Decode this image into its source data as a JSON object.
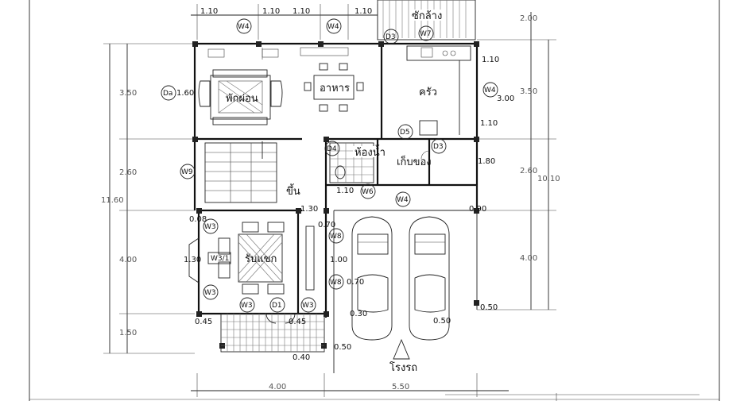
{
  "dimensions": {
    "top": [
      "1.10",
      "1.10",
      "1.10",
      "1.10"
    ],
    "left": [
      "3.50",
      "2.60",
      "11.60",
      "4.00",
      "1.50"
    ],
    "right": [
      "2.00",
      "3.50",
      "2.60",
      "10.10",
      "4.00"
    ],
    "bottom": [
      "4.00",
      "5.50"
    ],
    "inner": [
      "1.60",
      "1.10",
      "3.00",
      "1.10",
      "1.80",
      "1.10",
      "1.30",
      "0.90",
      "0.08",
      "0.70",
      "1.30",
      "1.00",
      "0.70",
      "0.50",
      "0.30",
      "0.50",
      "0.45",
      "0.45",
      "0.40",
      "0.50"
    ]
  },
  "rooms": {
    "laundry": "ซักล้าง",
    "living": "พักผ่อน",
    "dining": "อาหาร",
    "kitchen": "ครัว",
    "bathroom": "ห้องน้ำ",
    "storage": "เก็บของ",
    "stairs_up": "ขึ้น",
    "reception": "รับแขก",
    "garage": "โรงรถ"
  },
  "tags": {
    "w4_a": "W4",
    "w4_b": "W4",
    "w7": "W7",
    "d3_a": "D3",
    "da": "Da",
    "w4_c": "W4",
    "d5": "D5",
    "d4": "D4",
    "d3_b": "D3",
    "w9": "W9",
    "w6": "W6",
    "w4_d": "W4",
    "w3_a": "W3",
    "w8_a": "W8",
    "w3_7": "W3/1",
    "w8_b": "W8",
    "w3_b": "W3",
    "w3_c": "W3",
    "d1": "D1",
    "w3_d": "W3"
  }
}
